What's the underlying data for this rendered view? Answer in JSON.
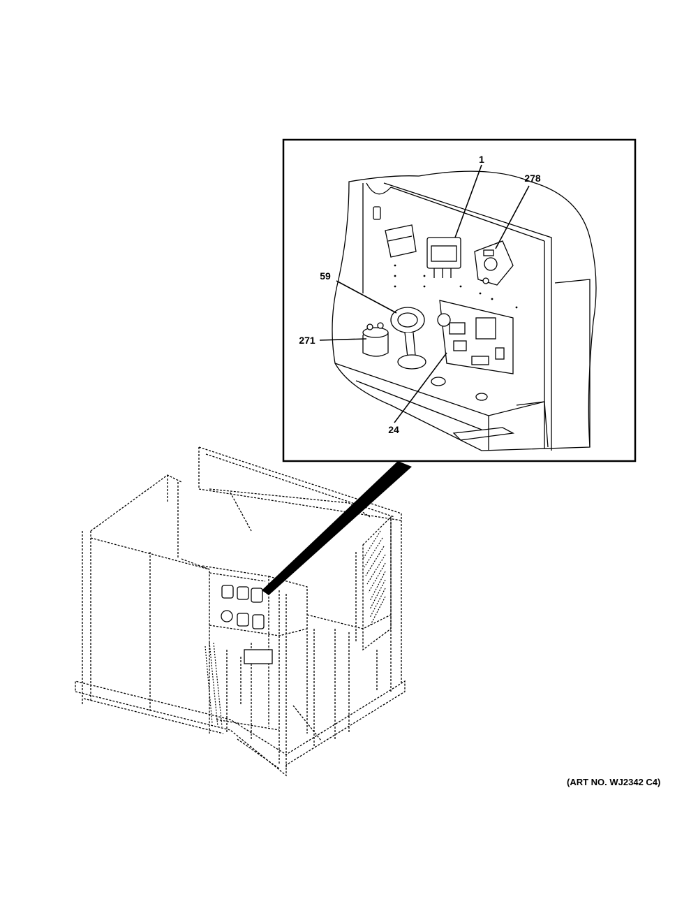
{
  "callouts": {
    "part_1": "1",
    "part_278": "278",
    "part_59": "59",
    "part_271": "271",
    "part_24": "24"
  },
  "art_number": "(ART NO. WJ2342 C4)",
  "colors": {
    "line": "#000000",
    "background": "#ffffff",
    "detail_line": "#444444"
  }
}
